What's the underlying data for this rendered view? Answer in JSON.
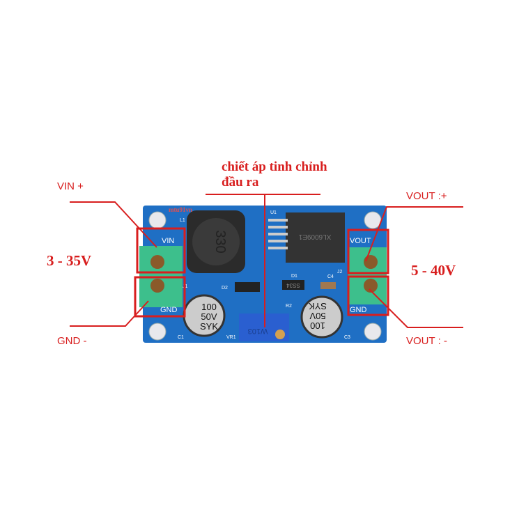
{
  "annotations": {
    "pot_label_line1": "chiết áp tinh chỉnh",
    "pot_label_line2": "đầu ra",
    "vin_plus": "VIN +",
    "gnd_minus": "GND  -",
    "input_range": "3 - 35V",
    "vout_plus": "VOUT :+",
    "vout_minus": "VOUT : -",
    "output_range": "5 - 40V"
  },
  "board": {
    "watermark": "mtu91vn",
    "silk_vin": "VIN",
    "silk_gnd_in": "GND",
    "silk_vout": "VOUT",
    "silk_gnd_out": "GND",
    "inductor_marking": "330",
    "cap_c1": [
      "100",
      "50V",
      "SYK"
    ],
    "cap_c3": [
      "100",
      "50V",
      "SYK"
    ],
    "ic_marking": "XL6009E1",
    "diode_marking": "SS34",
    "pot_marking": "W103",
    "refs": {
      "l1": "L1",
      "u1": "U1",
      "j1": "J1",
      "j2": "J2",
      "d1": "D1",
      "d2": "D2",
      "c1": "C1",
      "c3": "C3",
      "c4": "C4",
      "r2": "R2",
      "vr1": "VR1"
    }
  },
  "colors": {
    "accent": "#d81e1e",
    "pcb": "#1f6fc4",
    "terminal": "#3dbf8c"
  }
}
